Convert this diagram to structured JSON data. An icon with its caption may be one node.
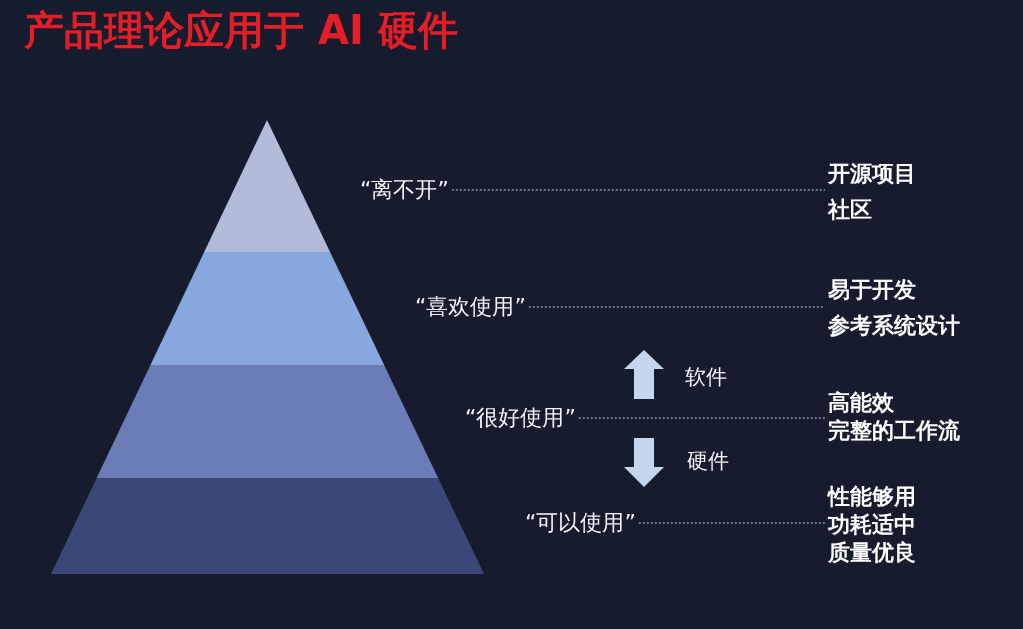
{
  "diagram": {
    "title": "产品理论应用于 AI 硬件",
    "nodes": [
      {
        "text": [
          "“离不开”"
        ]
      },
      {
        "text": [
          "开源项目",
          "社区"
        ]
      },
      {
        "text": [
          "“喜欢使用”"
        ]
      },
      {
        "text": [
          "易于开发",
          "参考系统设计"
        ]
      },
      {
        "text": [
          "“很好使用”"
        ]
      },
      {
        "text": [
          "高能效",
          "完整的工作流"
        ]
      },
      {
        "text": [
          "“可以使用”"
        ]
      },
      {
        "text": [
          "性能够用",
          "功耗适中",
          "质量优良"
        ]
      }
    ],
    "edges": [
      {
        "from": 0,
        "to": 1,
        "arrow": "none",
        "style": "dashed"
      },
      {
        "from": 2,
        "to": 3,
        "arrow": "none",
        "style": "dashed"
      },
      {
        "from": 4,
        "to": 5,
        "arrow": "none",
        "style": "dashed"
      },
      {
        "from": 6,
        "to": 7,
        "arrow": "none",
        "style": "dashed"
      }
    ],
    "labels": [
      "软件",
      "硬件"
    ]
  }
}
